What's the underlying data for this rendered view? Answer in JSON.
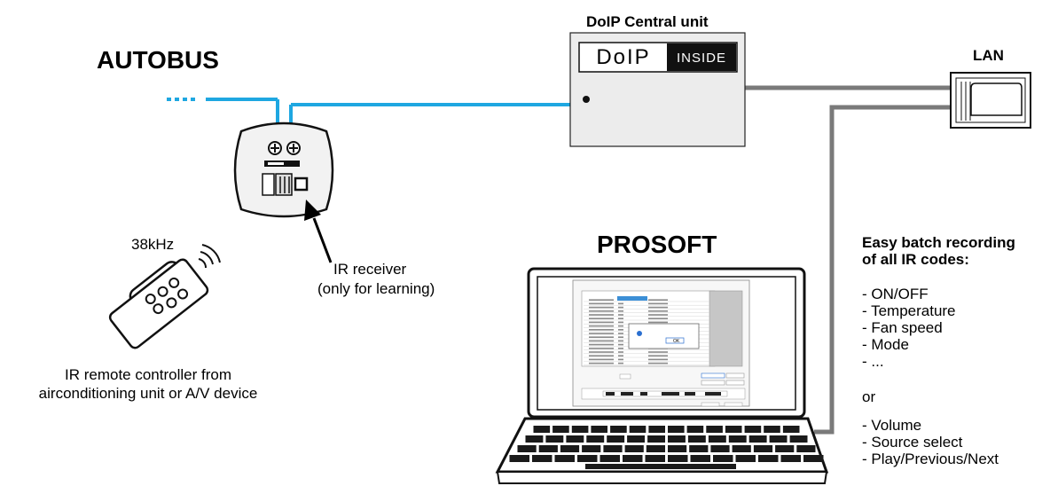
{
  "labels": {
    "autobus": "AUTOBUS",
    "central_unit": "DoIP Central unit",
    "lan": "LAN",
    "prosoft": "PROSOFT",
    "freq": "38kHz",
    "ir_receiver_line1": "IR receiver",
    "ir_receiver_line2": "(only for learning)",
    "remote_line1": "IR remote controller from",
    "remote_line2": "airconditioning unit or A/V device"
  },
  "logo": {
    "left": "DoIP",
    "right": "Inside"
  },
  "batch": {
    "title_line1": "Easy batch recording",
    "title_line2": "of all IR codes:",
    "group1": [
      "- ON/OFF",
      "- Temperature",
      "- Fan speed",
      "- Mode",
      "- ..."
    ],
    "or": "or",
    "group2": [
      "- Volume",
      "- Source select",
      "- Play/Previous/Next",
      "- ..."
    ]
  },
  "screen_dialog": {
    "ok": "OK"
  },
  "colors": {
    "bus": "#1ea7e1",
    "lan_cable": "#7a7a7a",
    "device_gray": "#ececec"
  }
}
